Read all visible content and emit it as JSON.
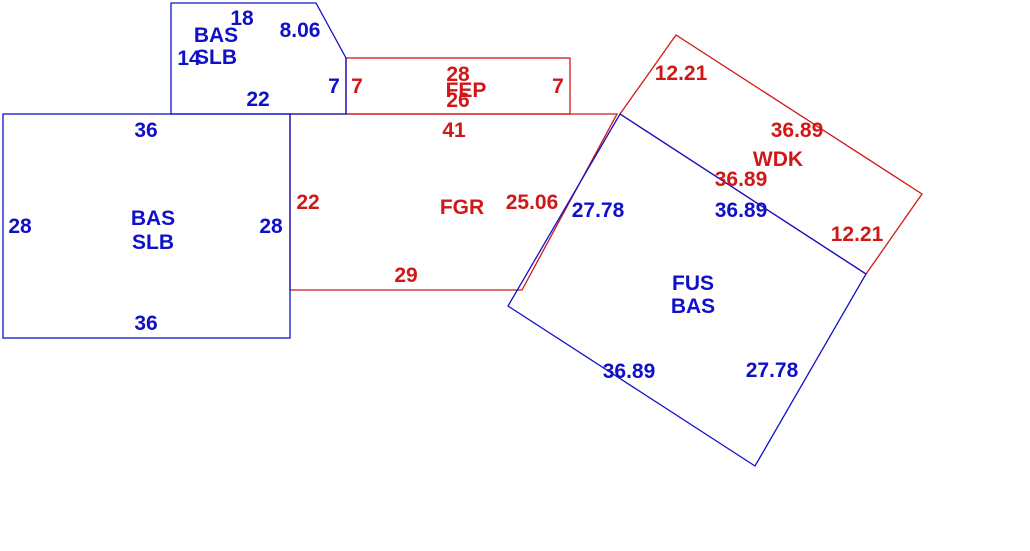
{
  "colors": {
    "blue": "#1010c8",
    "red": "#d01818",
    "background": "#ffffff"
  },
  "areas": {
    "bas_slb_small": {
      "code1": "BAS",
      "code2": "SLB",
      "dims": [
        "18",
        "8.06",
        "14",
        "22",
        "7"
      ]
    },
    "bas_slb_main": {
      "code1": "BAS",
      "code2": "SLB",
      "dims": [
        "36",
        "28",
        "28",
        "36"
      ]
    },
    "fep": {
      "code": "FEP",
      "dims": [
        "7",
        "28",
        "26",
        "7"
      ]
    },
    "fgr": {
      "code": "FGR",
      "dims": [
        "41",
        "22",
        "25.06",
        "29"
      ]
    },
    "wdk": {
      "code": "WDK",
      "dims": [
        "12.21",
        "36.89",
        "36.89",
        "12.21"
      ]
    },
    "fus_bas": {
      "code1": "FUS",
      "code2": "BAS",
      "dims": [
        "27.78",
        "36.89",
        "36.89",
        "27.78"
      ]
    }
  }
}
